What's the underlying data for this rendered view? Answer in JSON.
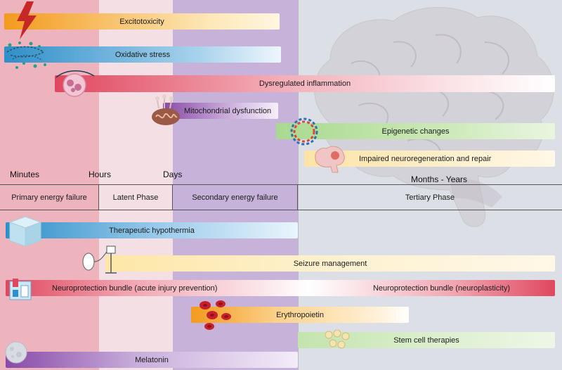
{
  "timeline": {
    "minutes": "Minutes",
    "hours": "Hours",
    "days": "Days",
    "months_years": "Months - Years"
  },
  "phases": {
    "primary": "Primary energy failure",
    "latent": "Latent Phase",
    "secondary": "Secondary energy failure",
    "tertiary": "Tertiary Phase"
  },
  "mechanisms": {
    "excitotoxicity": "Excitotoxicity",
    "oxidative_stress": "Oxidative stress",
    "dysregulated_inflammation": "Dysregulated inflammation",
    "mitochondrial_dysfunction": "Mitochondrial dysfunction",
    "epigenetic_changes": "Epigenetic changes",
    "impaired_neuroregeneration": "Impaired neuroregeneration and repair"
  },
  "therapies": {
    "therapeutic_hypothermia": "Therapeutic hypothermia",
    "seizure_management": "Seizure management",
    "neuroprotection_acute": "Neuroprotection bundle (acute injury prevention)",
    "neuroprotection_plasticity": "Neuroprotection bundle (neuroplasticity)",
    "erythropoietin": "Erythropoietin",
    "stem_cell_therapies": "Stem cell therapies",
    "melatonin": "Melatonin"
  },
  "colors": {
    "primary_zone": "#eeb4bd",
    "latent_zone": "#f4e0e4",
    "secondary_zone": "#c7b2d9",
    "tertiary_zone": "#dcdfe6",
    "orange": "#f39a1e",
    "blue": "#2f8fc9",
    "red": "#e0475e",
    "purple": "#8a4aa8",
    "green": "#a9d98f"
  },
  "icons": [
    "lightning-icon",
    "oxidative-particles-icon",
    "immune-cell-icon",
    "mitochondrion-icon",
    "dna-helix-icon",
    "brain-small-icon",
    "ice-cube-icon",
    "eeg-monitor-icon",
    "medicine-kit-icon",
    "red-blood-cells-icon",
    "stem-cells-icon",
    "moon-icon",
    "brain-silhouette-icon"
  ]
}
